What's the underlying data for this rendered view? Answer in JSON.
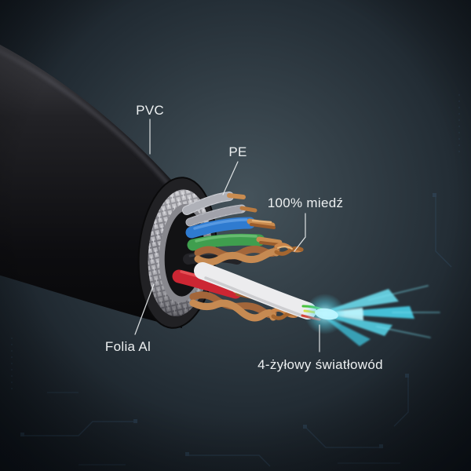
{
  "illustration": {
    "labels": {
      "pvc": "PVC",
      "pe": "PE",
      "copper": "100% miedź",
      "foil": "Folia Al",
      "fiber": "4-żyłowy światłowód"
    },
    "colors": {
      "label_text": "#edf0f1",
      "glow": "#bdf6ff",
      "glow_mid": "#49cfe8",
      "copper": "#c4824a",
      "jacket": "#141417",
      "braid": "#b4b4ba",
      "wire_blue": "#2f7bd0",
      "wire_green": "#3f9e4e",
      "wire_red": "#cc2633",
      "fiber_cable": "#ececee"
    }
  }
}
